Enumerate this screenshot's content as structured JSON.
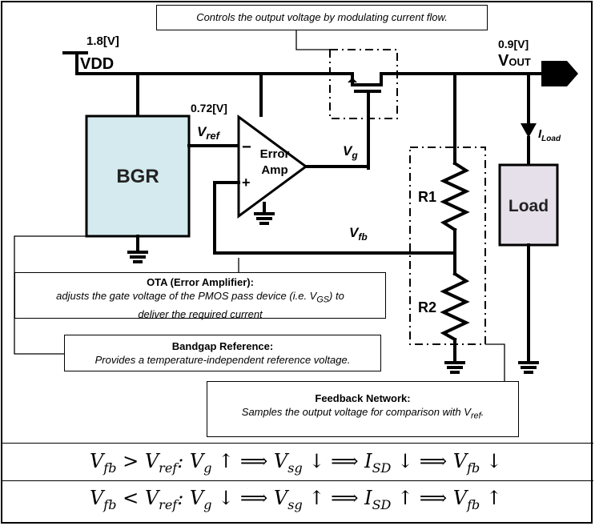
{
  "supply": {
    "voltage": "1.8[V]",
    "label": "VDD"
  },
  "bgr": {
    "label": "BGR",
    "fill": "#d4eaee"
  },
  "error_amp": {
    "line1": "Error",
    "line2": "Amp",
    "minus": "−",
    "plus": "+",
    "ref_voltage": "0.72[V]"
  },
  "signals": {
    "vref": "V",
    "vref_sub": "ref",
    "vg": "V",
    "vg_sub": "g",
    "vfb": "V",
    "vfb_sub": "fb",
    "iload": "I",
    "iload_sub": "Load"
  },
  "output": {
    "voltage": "0.9[V]",
    "label": "V",
    "label_sub": "OUT"
  },
  "load": {
    "label": "Load",
    "fill": "#e6e0ea"
  },
  "resistors": {
    "r1": "R1",
    "r2": "R2"
  },
  "callouts": {
    "pmos": {
      "body": "Controls the output voltage by modulating current flow."
    },
    "ota": {
      "head": "OTA (Error Amplifier):",
      "body_1": "adjusts the gate voltage of the PMOS pass device (i.e. V",
      "body_sub": "GS",
      "body_2": ") to",
      "body_3": "deliver the required current"
    },
    "bandgap": {
      "head": "Bandgap Reference:",
      "body": "Provides a temperature-independent reference voltage."
    },
    "feedback": {
      "head": "Feedback Network:",
      "body_1": "Samples the output voltage for comparison with V",
      "body_sub": "ref",
      "body_2": "."
    }
  },
  "equations": {
    "line1": "V_fb > V_ref:   V_g ↑   ⟹ V_sg ↓   ⟹ I_SD ↓   ⟹ V_fb ↓",
    "line2": "V_fb < V_ref:   V_g ↓   ⟹ V_sg ↑   ⟹ I_SD ↑   ⟹ V_fb ↑"
  }
}
